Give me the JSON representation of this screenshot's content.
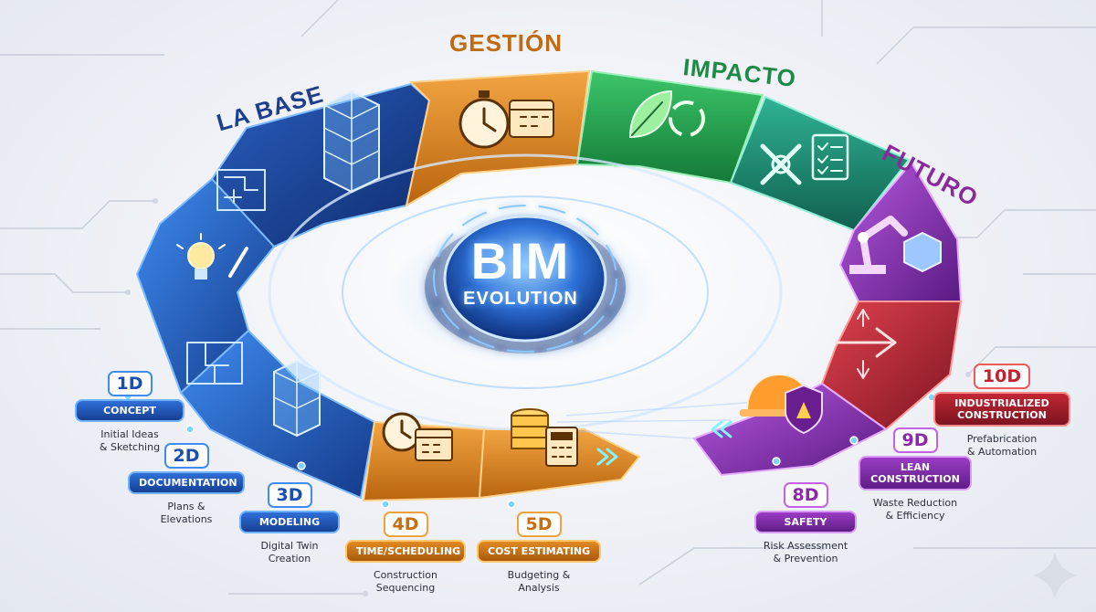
{
  "center": {
    "title": "BIM",
    "subtitle": "EVOLUTION"
  },
  "sections": {
    "base": "LA BASE",
    "gestion": "GESTIÓN",
    "impacto": "IMPACTO",
    "futuro": "FUTURO"
  },
  "stages": {
    "s1": {
      "num": "1D",
      "name": "CONCEPT",
      "desc1": "Initial Ideas",
      "desc2": "& Sketching"
    },
    "s2": {
      "num": "2D",
      "name": "DOCUMENTATION",
      "desc1": "Plans &",
      "desc2": "Elevations"
    },
    "s3": {
      "num": "3D",
      "name": "MODELING",
      "desc1": "Digital Twin",
      "desc2": "Creation"
    },
    "s4": {
      "num": "4D",
      "name": "TIME/SCHEDULING",
      "desc1": "Construction",
      "desc2": "Sequencing"
    },
    "s5": {
      "num": "5D",
      "name": "COST ESTIMATING",
      "desc1": "Budgeting &",
      "desc2": "Analysis"
    },
    "s8": {
      "num": "8D",
      "name": "SAFETY",
      "desc1": "Risk Assessment",
      "desc2": "& Prevention"
    },
    "s9": {
      "num": "9D",
      "name": "LEAN",
      "name2": "CONSTRUCTION",
      "desc1": "Waste Reduction",
      "desc2": "& Efficiency"
    },
    "s10": {
      "num": "10D",
      "name": "INDUSTRIALIZED",
      "name2": "CONSTRUCTION",
      "desc1": "Prefabrication",
      "desc2": "& Automation"
    }
  },
  "icons": [
    "blueprint-icon",
    "lightbulb-icon",
    "floorplan-icon",
    "building-cube-icon",
    "stopwatch-icon",
    "calendar-icon",
    "coins-icon",
    "calculator-icon",
    "leaf-icon",
    "recycle-icon",
    "tools-icon",
    "checklist-icon",
    "robot-arm-icon",
    "arrows-icon",
    "hardhat-icon",
    "shield-icon"
  ],
  "colors": {
    "blue": "#2f6fd8",
    "orange": "#e08a23",
    "green": "#22a84a",
    "teal": "#1f8f7a",
    "purple": "#9b3cc4",
    "red": "#c22634"
  }
}
